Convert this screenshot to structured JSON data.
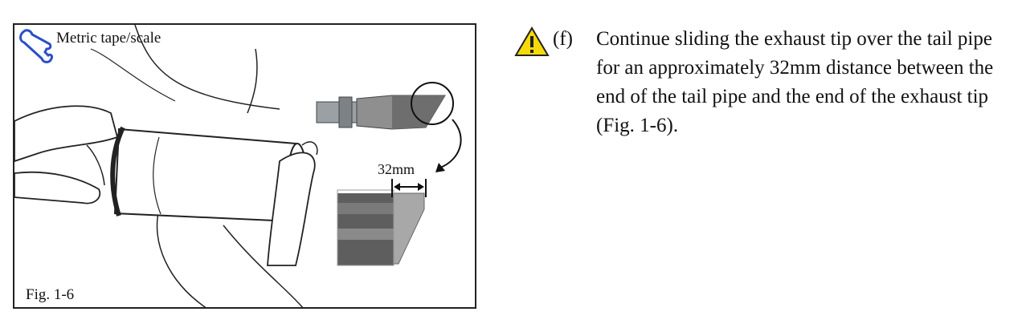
{
  "figure": {
    "tool_label": "Metric tape/scale",
    "measurement_label": "32mm",
    "caption": "Fig. 1-6"
  },
  "step": {
    "marker": "(f)",
    "text": "Continue sliding the exhaust tip over the tail pipe for an approximately 32mm distance between the end of the tail pipe and the end of the exhaust tip (Fig. 1-6)."
  },
  "colors": {
    "warning_fill": "#f5d90a",
    "tool_icon": "#2b4fc9"
  },
  "icons": [
    "wrench-icon",
    "warning-icon"
  ]
}
